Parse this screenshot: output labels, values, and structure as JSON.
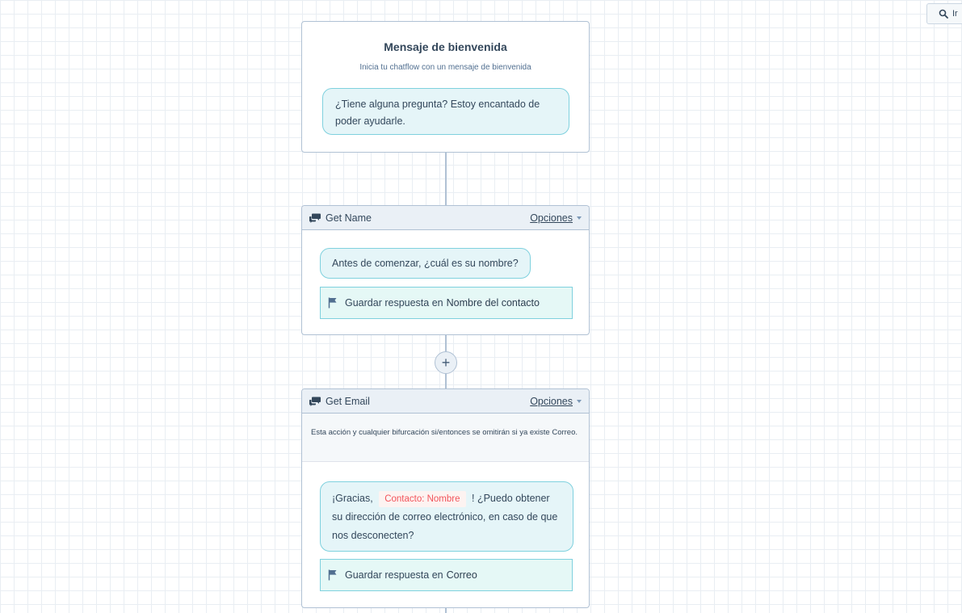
{
  "toolbar": {
    "goto_label": "Ir",
    "goto_icon": "search-icon"
  },
  "welcome": {
    "title": "Mensaje de bienvenida",
    "subtitle": "Inicia tu chatflow con un mensaje de bienvenida",
    "message": "¿Tiene alguna pregunta? Estoy encantado de poder ayudarle."
  },
  "actions": [
    {
      "header_icon": "chat-bubbles-icon",
      "title": "Get Name",
      "options_label": "Opciones",
      "message": "Antes de comenzar, ¿cuál es su nombre?",
      "save_prefix": "Guardar respuesta en",
      "save_property": "Nombre del contacto"
    },
    {
      "header_icon": "chat-bubbles-icon",
      "title": "Get Email",
      "options_label": "Opciones",
      "notice": "Esta acción y cualquier bifurcación si/entonces se omitirán si ya existe Correo.",
      "message_before": "¡Gracias,",
      "token": "Contacto: Nombre",
      "message_after": "! ¿Puedo obtener su dirección de correo electrónico, en caso de que nos desconecten?",
      "save_prefix": "Guardar respuesta en",
      "save_property": "Correo"
    }
  ],
  "add_button": {
    "label": "+",
    "icon": "plus-icon"
  },
  "colors": {
    "bubble_bg": "#e5f5f8",
    "bubble_border": "#7fd1de",
    "token_text": "#f2545b",
    "card_border": "#b0c1d4",
    "header_bg": "#eaf0f6"
  }
}
